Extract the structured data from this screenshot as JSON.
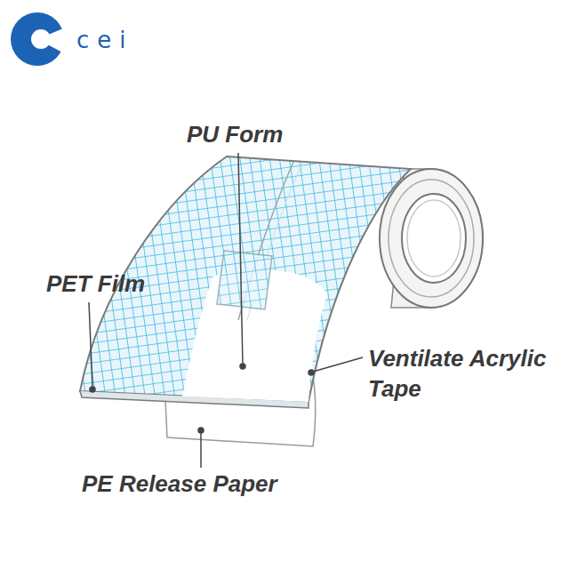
{
  "diagram": {
    "labels": [
      "cei",
      "PU Form",
      "PET Film",
      "Ventilate Acrylic Tape",
      "PE Release Paper"
    ]
  }
}
